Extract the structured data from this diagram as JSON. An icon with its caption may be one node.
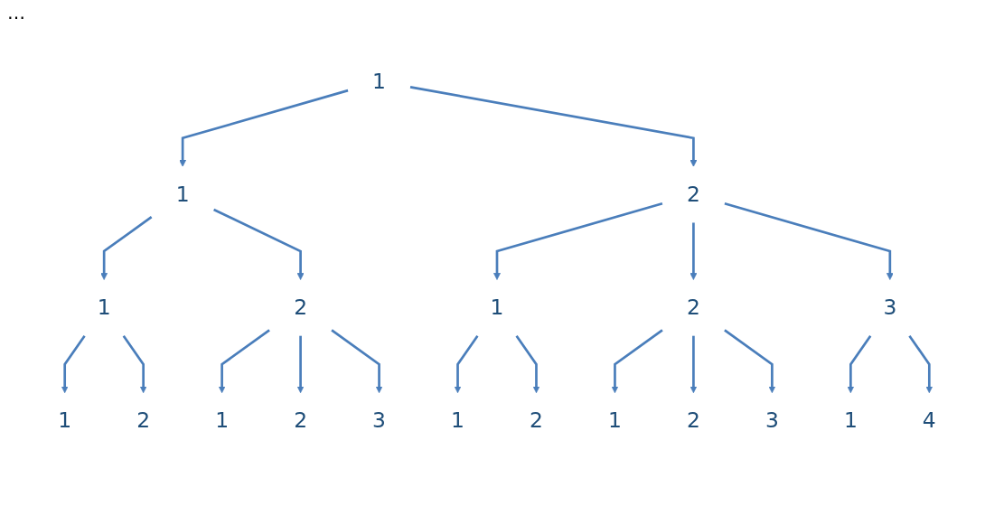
{
  "diagram": {
    "nodes": [
      {
        "text": [
          "1"
        ]
      },
      {
        "text": [
          "1"
        ]
      },
      {
        "text": [
          "2"
        ]
      },
      {
        "text": [
          "1"
        ]
      },
      {
        "text": [
          "2"
        ]
      },
      {
        "text": [
          "1"
        ]
      },
      {
        "text": [
          "2"
        ]
      },
      {
        "text": [
          "3"
        ]
      },
      {
        "text": [
          "1"
        ]
      },
      {
        "text": [
          "2"
        ]
      },
      {
        "text": [
          "1"
        ]
      },
      {
        "text": [
          "2"
        ]
      },
      {
        "text": [
          "3"
        ]
      },
      {
        "text": [
          "1"
        ]
      },
      {
        "text": [
          "2"
        ]
      },
      {
        "text": [
          "1"
        ]
      },
      {
        "text": [
          "2"
        ]
      },
      {
        "text": [
          "3"
        ]
      },
      {
        "text": [
          "1"
        ]
      },
      {
        "text": [
          "4"
        ]
      }
    ],
    "edges": [
      {
        "from": 0,
        "to": 1,
        "arrow": "to"
      },
      {
        "from": 0,
        "to": 2,
        "arrow": "to"
      },
      {
        "from": 1,
        "to": 3,
        "arrow": "to"
      },
      {
        "from": 1,
        "to": 4,
        "arrow": "to"
      },
      {
        "from": 2,
        "to": 5,
        "arrow": "to"
      },
      {
        "from": 2,
        "to": 6,
        "arrow": "to"
      },
      {
        "from": 2,
        "to": 7,
        "arrow": "to"
      },
      {
        "from": 3,
        "to": 8,
        "arrow": "to"
      },
      {
        "from": 3,
        "to": 9,
        "arrow": "to"
      },
      {
        "from": 4,
        "to": 10,
        "arrow": "to"
      },
      {
        "from": 4,
        "to": 11,
        "arrow": "to"
      },
      {
        "from": 4,
        "to": 12,
        "arrow": "to"
      },
      {
        "from": 5,
        "to": 13,
        "arrow": "to"
      },
      {
        "from": 5,
        "to": 14,
        "arrow": "to"
      },
      {
        "from": 6,
        "to": 15,
        "arrow": "to"
      },
      {
        "from": 6,
        "to": 16,
        "arrow": "to"
      },
      {
        "from": 6,
        "to": 17,
        "arrow": "to"
      },
      {
        "from": 7,
        "to": 18,
        "arrow": "to"
      },
      {
        "from": 7,
        "to": 19,
        "arrow": "to"
      }
    ],
    "labels": [
      "…"
    ]
  }
}
